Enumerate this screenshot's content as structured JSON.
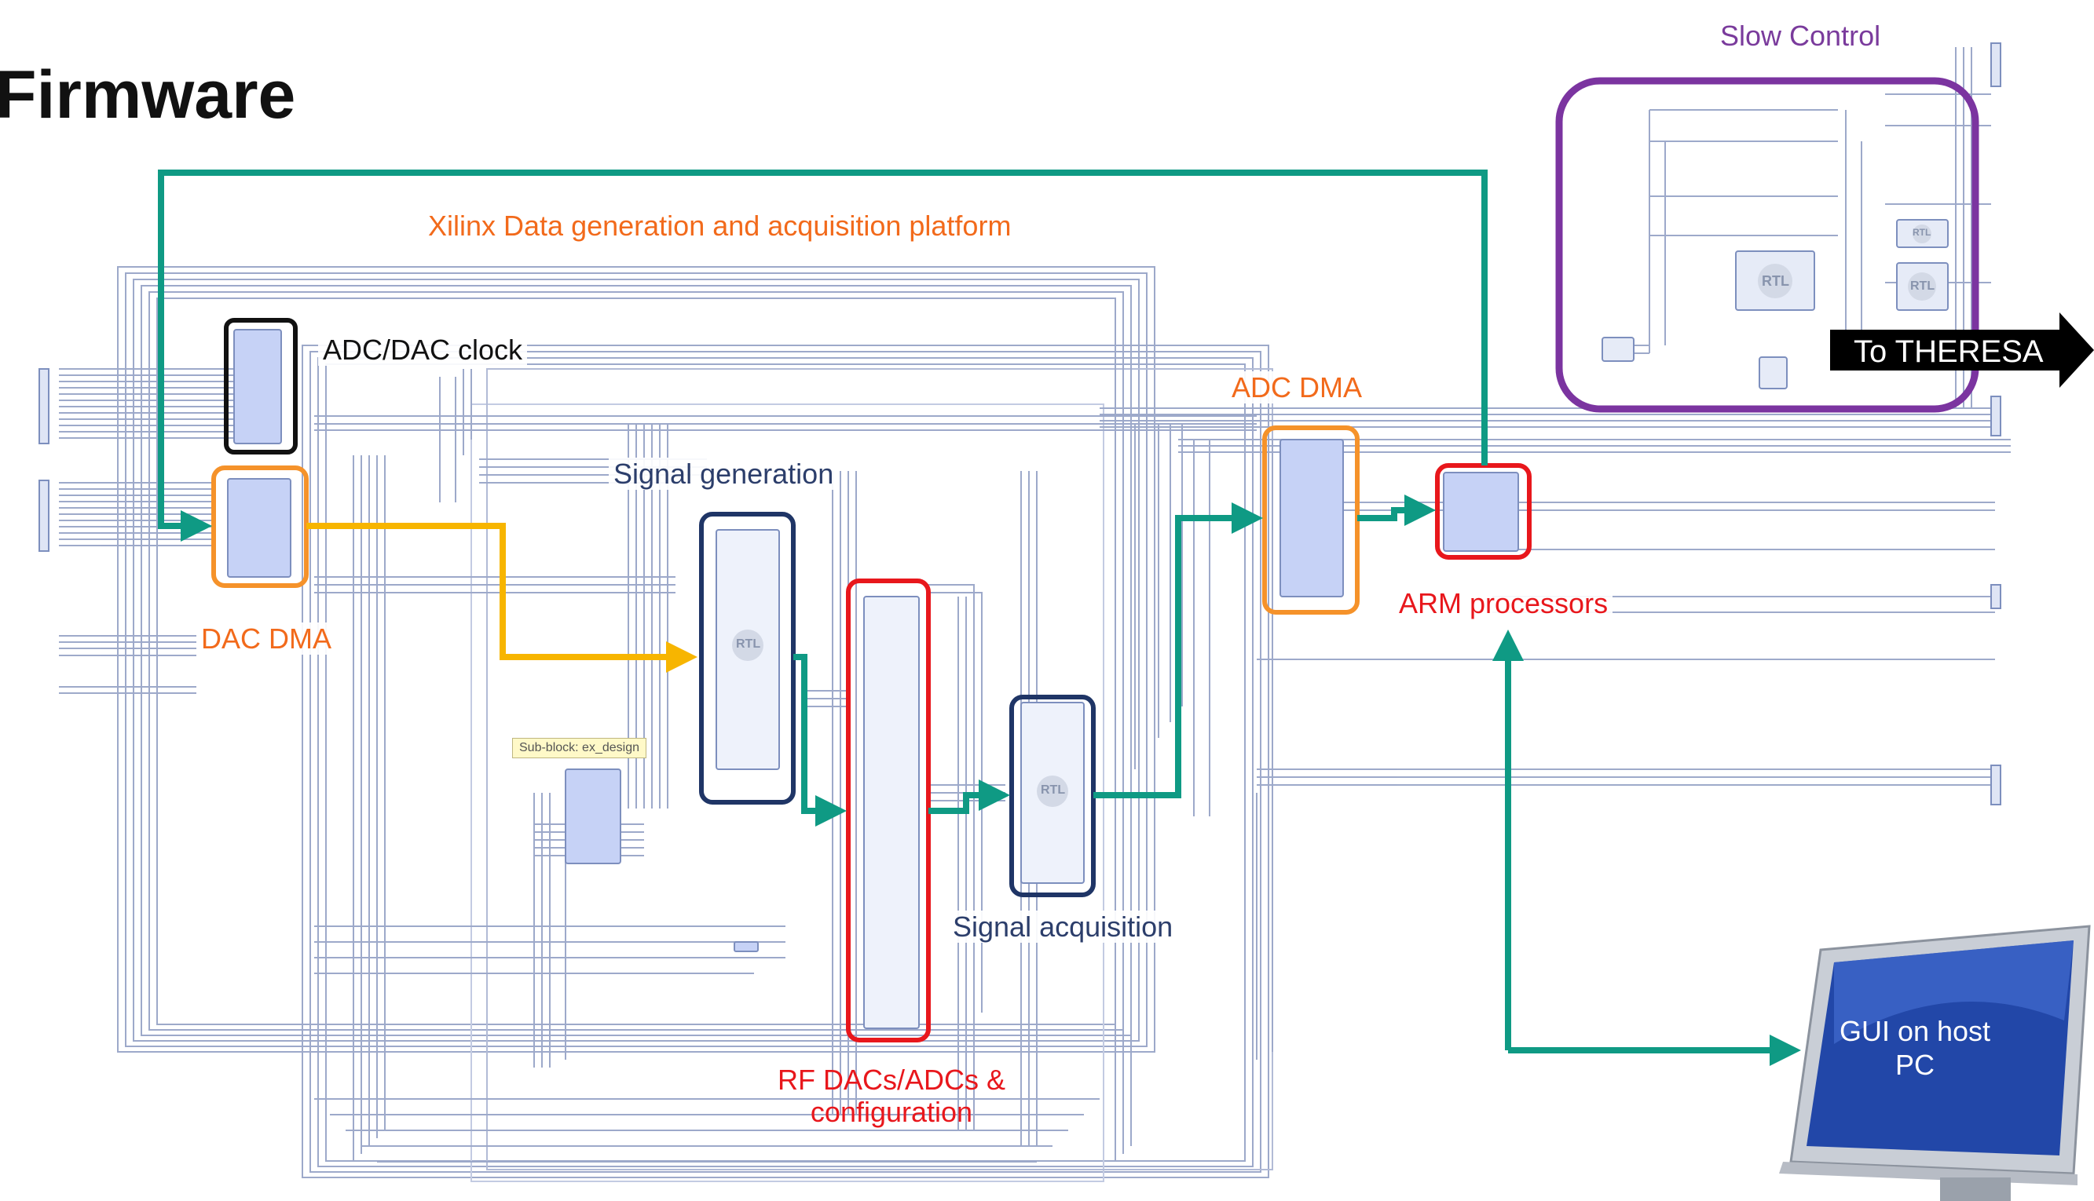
{
  "title": "Firmware",
  "platform_label": "Xilinx Data generation and acquisition platform",
  "blocks": {
    "adc_dac_clock": "ADC/DAC clock",
    "dac_dma": "DAC DMA",
    "signal_generation": "Signal generation",
    "rf_dacs_adcs_line1": "RF DACs/ADCs &",
    "rf_dacs_adcs_line2": "configuration",
    "signal_acquisition": "Signal acquisition",
    "adc_dma": "ADC DMA",
    "arm_processors": "ARM processors",
    "slow_control": "Slow Control",
    "to_theresa": "To THERESA",
    "gui_line1": "GUI on host",
    "gui_line2": "PC"
  },
  "tooltip": "Sub-block: ex_design",
  "rtl_label": "RTL",
  "colors": {
    "green": "#0f9a84",
    "yellow": "#f7b500",
    "orange": "#f5922a",
    "navy": "#1f3566",
    "red": "#e8171c",
    "purple": "#7b34a0",
    "wire": "#8d9bc1",
    "block_fill": "#c6d2f6"
  }
}
